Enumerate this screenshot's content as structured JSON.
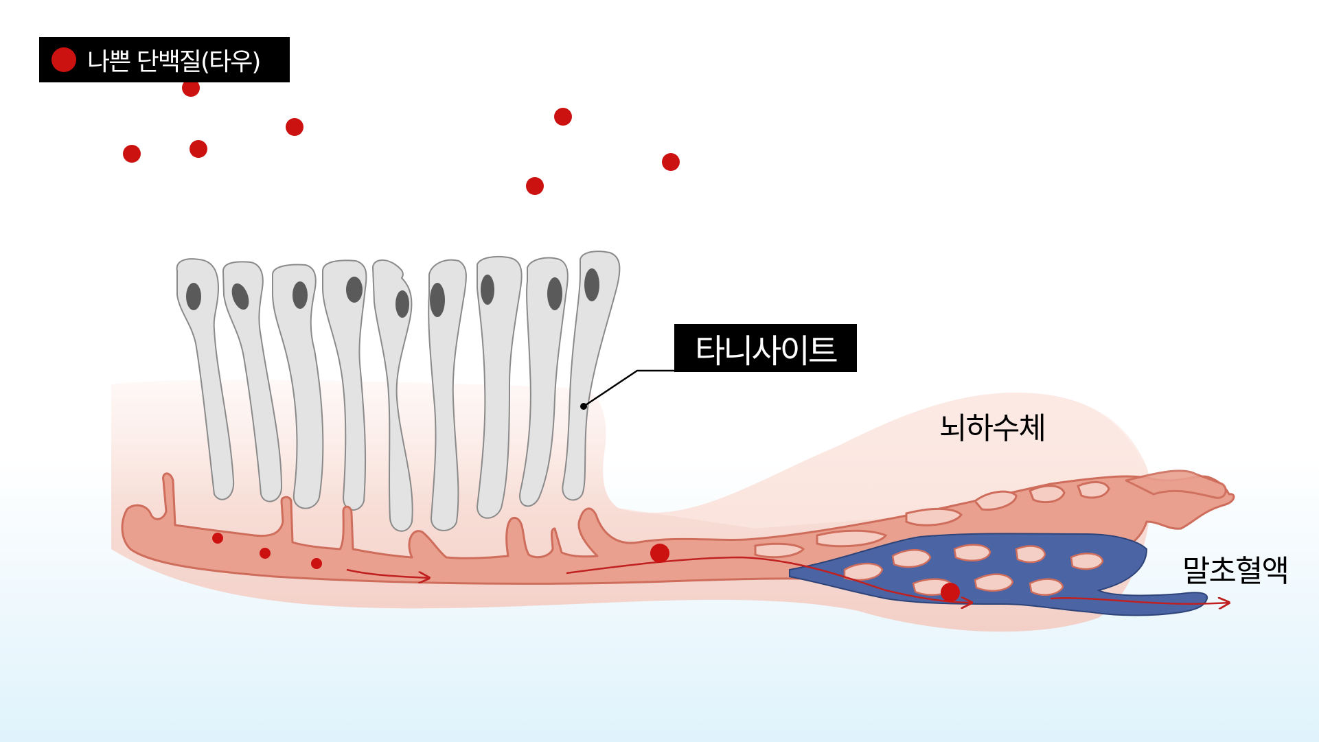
{
  "legend": {
    "dot_color": "#cc1111",
    "label": "나쁜 단백질(타우)"
  },
  "labels": {
    "tanycyte": "타니사이트",
    "pituitary": "뇌하수체",
    "peripheral_blood": "말초혈액"
  },
  "colors": {
    "tau": "#cc1111",
    "cell_body": "#e3e3e3",
    "cell_outline": "#8a8a8a",
    "nucleus": "#5a5a5a",
    "vessel_fill": "#e9a08f",
    "vessel_outline": "#cf6d5c",
    "tissue": "#f5cdc3",
    "venous_blood": "#4a64a4",
    "flow_arrow": "#c02020"
  }
}
